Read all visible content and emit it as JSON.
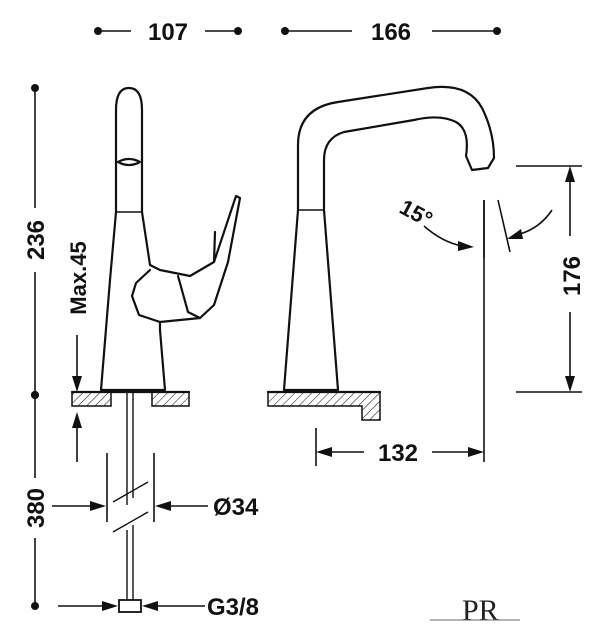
{
  "dimensions": {
    "top_left_width": "107",
    "top_right_width": "166",
    "total_height": "236",
    "max_deck": "Max.45",
    "pipe_length": "380",
    "diameter": "Ø34",
    "spout_reach": "132",
    "spout_height": "176",
    "swivel_angle": "15°",
    "connection": "G3/8"
  },
  "logo": {
    "text": "PR"
  }
}
